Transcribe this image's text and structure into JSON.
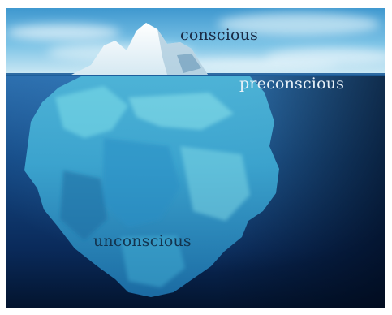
{
  "labels": {
    "conscious": "conscious",
    "preconscious": "preconscious",
    "unconscious": "unconscious"
  },
  "colors": {
    "sky_top": "#4fa6d6",
    "sky_bottom": "#bfe2f2",
    "water_surface": "#2b6fb0",
    "deep_water": "#041a3a",
    "ice_above": "#f4f9fc",
    "ice_submerged": "#5fc6df"
  },
  "icons": {
    "iceberg": "iceberg-illustration"
  }
}
